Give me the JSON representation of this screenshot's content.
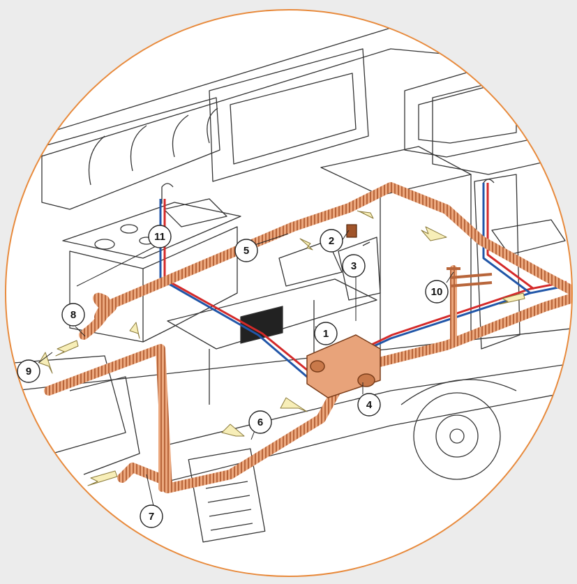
{
  "diagram": {
    "subject": "motorhome warm-air heating and water installation, cutaway view",
    "colors": {
      "background": "#ececec",
      "frame_circle": "#e88a3c",
      "duct": "#e9a67c",
      "duct_stroke": "#a0542a",
      "hot_water": "#d42a2a",
      "cold_water": "#2156a8",
      "airflow_arrow": "#f7eeb8",
      "line_art": "#333333"
    },
    "callouts": [
      {
        "label": "1"
      },
      {
        "label": "2"
      },
      {
        "label": "3"
      },
      {
        "label": "4"
      },
      {
        "label": "5"
      },
      {
        "label": "6"
      },
      {
        "label": "7"
      },
      {
        "label": "8"
      },
      {
        "label": "9"
      },
      {
        "label": "10"
      },
      {
        "label": "11"
      }
    ]
  }
}
